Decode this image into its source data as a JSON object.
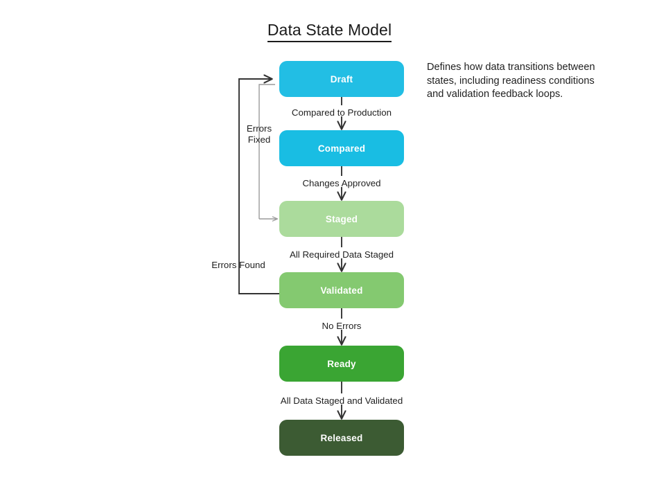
{
  "title": "Data State Model",
  "description": "Defines how data transitions between states, including readiness conditions and validation feedback loops.",
  "colors": {
    "draft": "#22bee4",
    "compared": "#19bde3",
    "staged": "#abdb9c",
    "validated": "#84c970",
    "ready": "#3aa533",
    "released": "#3c5b33",
    "arrow_dark": "#333333",
    "arrow_gray": "#9a9a9a",
    "text_dark": "#1f1f1f"
  },
  "nodes": [
    {
      "id": "draft",
      "label": "Draft"
    },
    {
      "id": "compared",
      "label": "Compared"
    },
    {
      "id": "staged",
      "label": "Staged"
    },
    {
      "id": "validated",
      "label": "Validated"
    },
    {
      "id": "ready",
      "label": "Ready"
    },
    {
      "id": "released",
      "label": "Released"
    }
  ],
  "transitions": [
    {
      "from": "draft",
      "to": "compared",
      "label": "Compared to Production"
    },
    {
      "from": "compared",
      "to": "staged",
      "label": "Changes Approved"
    },
    {
      "from": "staged",
      "to": "validated",
      "label": "All Required Data Staged"
    },
    {
      "from": "validated",
      "to": "ready",
      "label": "No Errors"
    },
    {
      "from": "ready",
      "to": "released",
      "label": "All Data Staged and Validated"
    }
  ],
  "feedback_loops": [
    {
      "from": "validated",
      "to": "draft",
      "label": "Errors Found",
      "label_line1": "Errors Found"
    },
    {
      "from": "staged",
      "to": "draft",
      "label_line1": "Errors",
      "label_line2": "Fixed"
    }
  ]
}
